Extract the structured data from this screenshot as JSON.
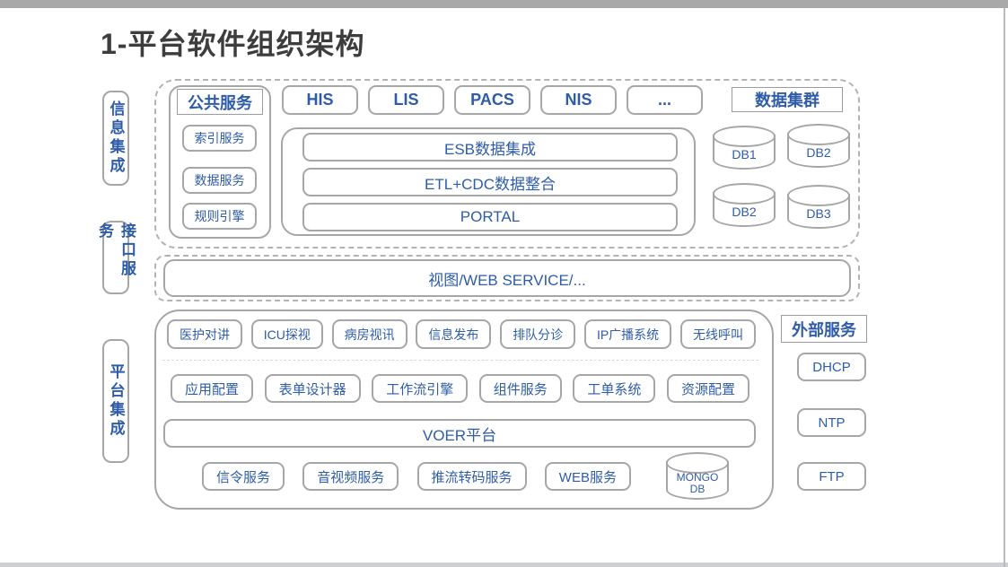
{
  "page": {
    "title": "1-平台软件组织架构"
  },
  "sidebar": {
    "sections": [
      {
        "label": "信息集成"
      },
      {
        "label": "接口服务"
      },
      {
        "label": "平台集成"
      }
    ]
  },
  "info_integration": {
    "public_services": {
      "title": "公共服务",
      "items": [
        "索引服务",
        "数据服务",
        "规则引擎"
      ]
    },
    "systems": [
      "HIS",
      "LIS",
      "PACS",
      "NIS",
      "..."
    ],
    "integration_stack": [
      "ESB数据集成",
      "ETL+CDC数据整合",
      "PORTAL"
    ],
    "data_cluster": {
      "title": "数据集群",
      "databases": [
        "DB1",
        "DB2",
        "DB2",
        "DB3"
      ]
    }
  },
  "interface_services": {
    "bus_label": "视图/WEB SERVICE/..."
  },
  "platform_integration": {
    "applications": [
      "医护对讲",
      "ICU探视",
      "病房视讯",
      "信息发布",
      "排队分诊",
      "IP广播系统",
      "无线呼叫"
    ],
    "tools": [
      "应用配置",
      "表单设计器",
      "工作流引擎",
      "组件服务",
      "工单系统",
      "资源配置"
    ],
    "platform_label": "VOER平台",
    "services": [
      "信令服务",
      "音视频服务",
      "推流转码服务",
      "WEB服务"
    ],
    "database": "MONGO DB"
  },
  "external_services": {
    "title": "外部服务",
    "items": [
      "DHCP",
      "NTP",
      "FTP"
    ]
  },
  "colors": {
    "accent_blue": "#2e5ca8",
    "border_gray": "#a6a6a6",
    "title_dark": "#3d3d3d"
  }
}
